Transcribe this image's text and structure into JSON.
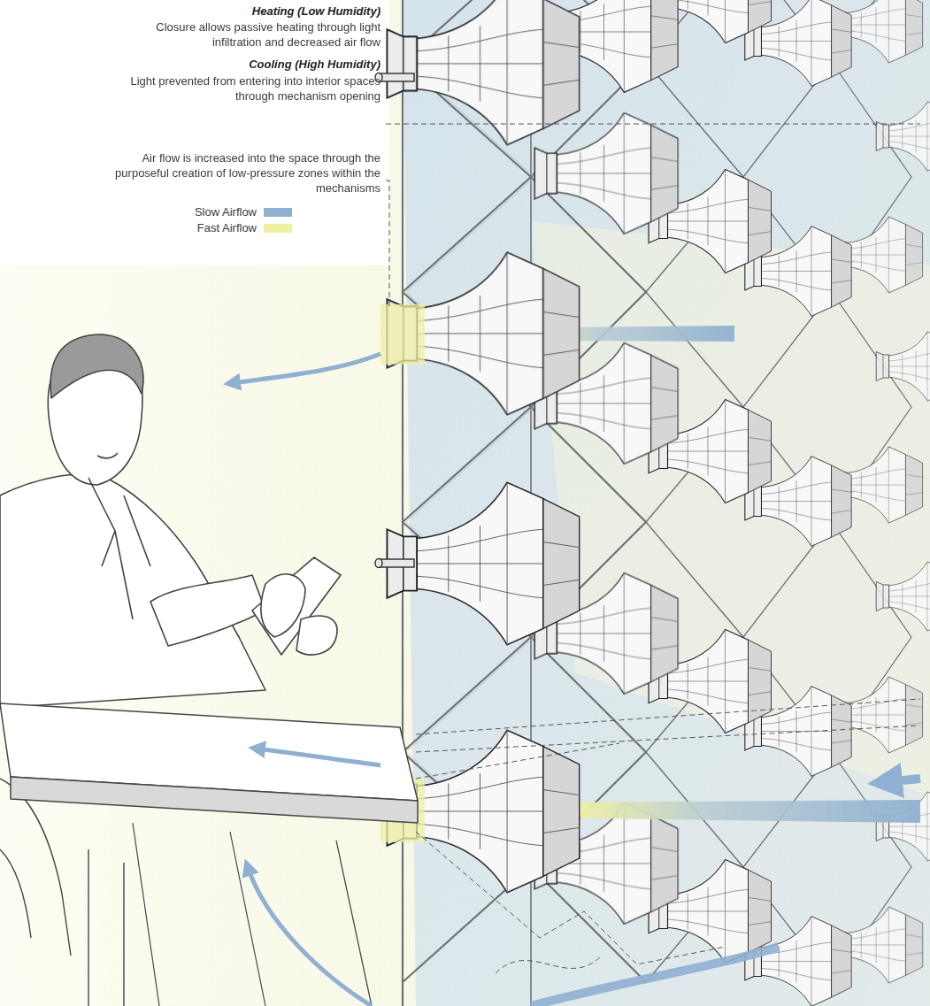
{
  "diagram": {
    "labels": [
      "Heating (Low Humidity)",
      "Closure allows passive heating through light infiltration and decreased air flow",
      "Cooling (High Humidity)",
      "Light prevented from entering into interior spaces through mechanism opening",
      "Air flow is increased into the space through the purposeful creation of low-pressure zones within the mechanisms"
    ],
    "legend": [
      {
        "text": "Slow Airflow",
        "color": "#8fb0d0"
      },
      {
        "text": "Fast Airflow",
        "color": "#eef0a4"
      }
    ]
  }
}
